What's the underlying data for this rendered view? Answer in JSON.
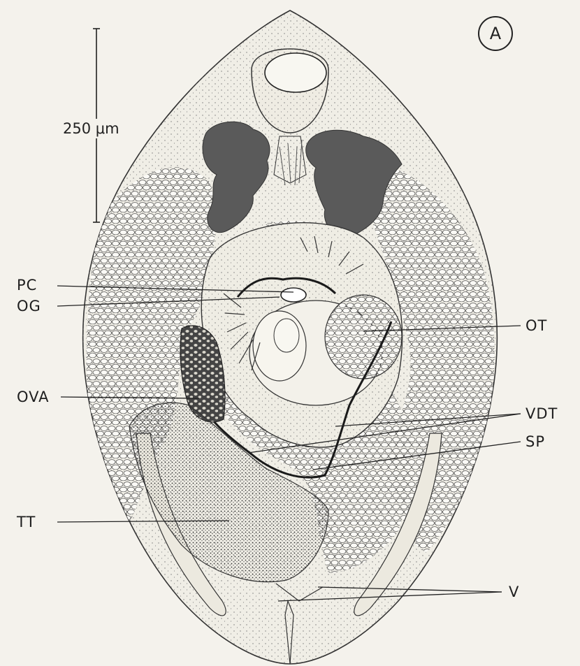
{
  "figure": {
    "panel_letter": "A",
    "scale_bar_label": "250 μm",
    "labels": {
      "pc": "PC",
      "og": "OG",
      "ot": "OT",
      "ova": "OVA",
      "vdt": "VDT",
      "sp": "SP",
      "tt": "TT",
      "v": "V"
    }
  },
  "colors": {
    "background": "#f4f2ec",
    "ink": "#222222",
    "gland_dark": "#5a5a5a",
    "ovary": "#3a3a3a"
  }
}
